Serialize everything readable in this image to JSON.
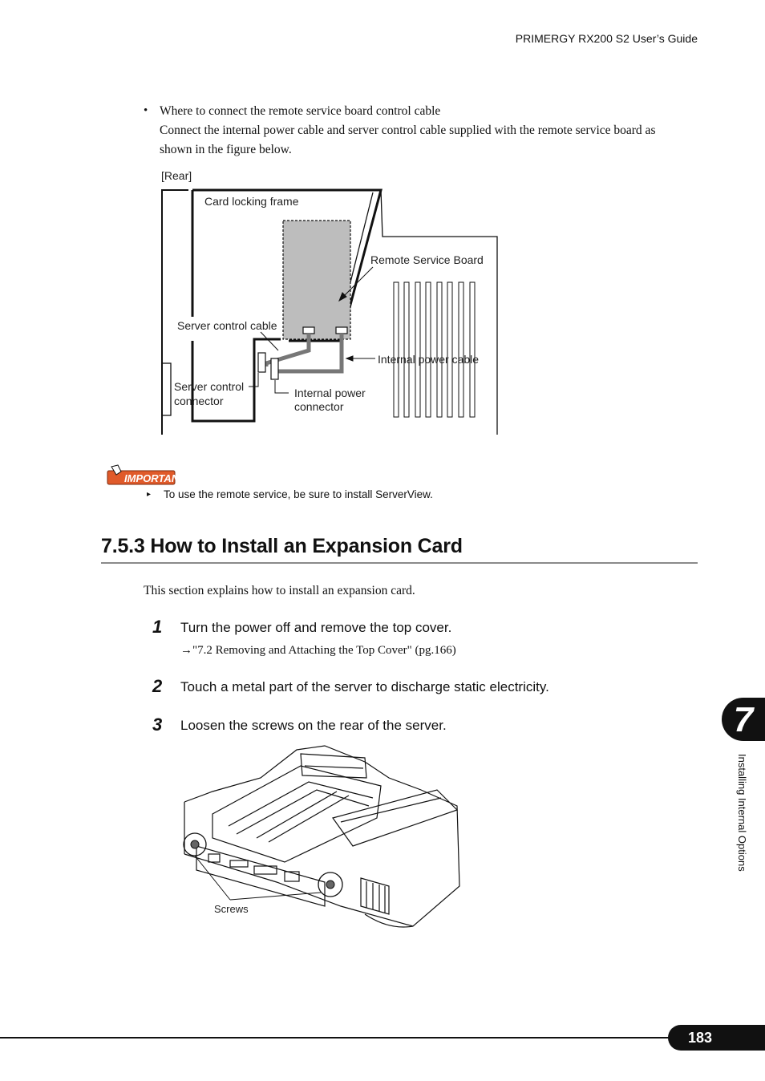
{
  "header": {
    "title": "PRIMERGY RX200 S2 User’s Guide"
  },
  "bullet": {
    "marker": "•",
    "lines": [
      "Where to connect the remote service board control cable",
      "Connect the internal power cable and server control cable supplied with the remote service board as",
      "shown in the figure below."
    ]
  },
  "figure1": {
    "labels": {
      "rear": "[Rear]",
      "card_locking_frame": "Card locking frame",
      "remote_service_board": "Remote Service Board",
      "server_control_cable": "Server control cable",
      "internal_power_cable": "Internal power cable",
      "server_control_connector_1": "Server control",
      "server_control_connector_2": "connector",
      "internal_power_connector_1": "Internal power",
      "internal_power_connector_2": "connector"
    }
  },
  "important": {
    "badge": "IMPORTANT",
    "marker": "▸",
    "note": "To use the remote service, be sure to install ServerView."
  },
  "section": {
    "title": "7.5.3  How to Install an Expansion Card",
    "intro": "This section explains how to install an expansion card."
  },
  "steps": [
    {
      "num": "1",
      "text": "Turn the power off and remove the top cover."
    },
    {
      "num": "2",
      "text": "Touch a metal part of the server to discharge static electricity."
    },
    {
      "num": "3",
      "text": "Loosen the screws on the rear of the server."
    }
  ],
  "step1_ref": "→\"7.2 Removing and Attaching the Top Cover\" (pg.166)",
  "figure2": {
    "label_screws": "Screws"
  },
  "sidebar": {
    "chapter": "7",
    "label": "Installing Internal Options"
  },
  "footer": {
    "page": "183"
  },
  "colors": {
    "accent": "#111111",
    "badge": "#e05a2a",
    "board_fill": "#bdbdbd"
  }
}
